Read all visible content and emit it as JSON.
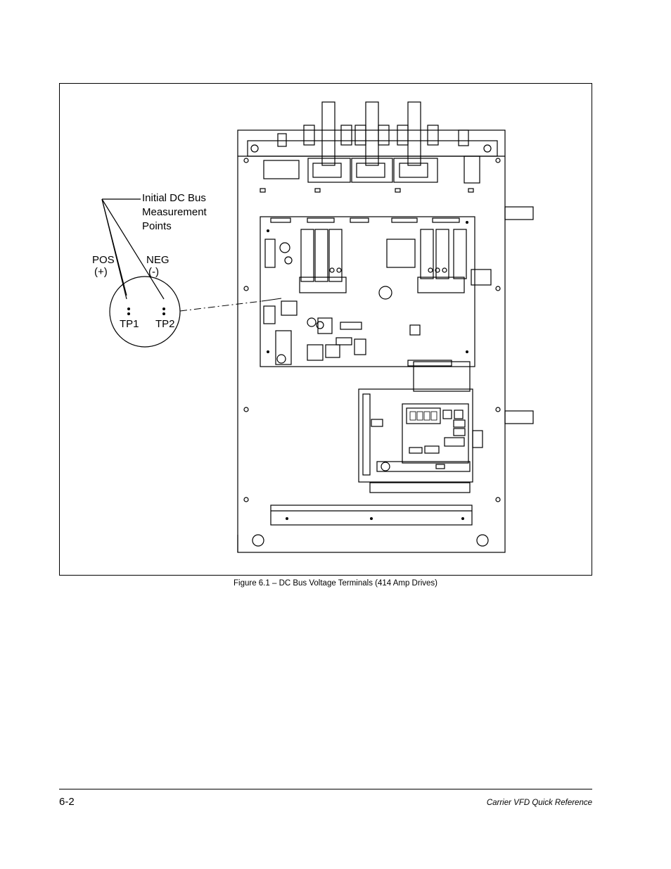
{
  "figure": {
    "callout_title_line1": "Initial DC Bus",
    "callout_title_line2": "Measurement",
    "callout_title_line3": "Points",
    "pos_label": "POS",
    "pos_sign": "(+)",
    "neg_label": "NEG",
    "neg_sign": "(-)",
    "tp1_label": "TP1",
    "tp2_label": "TP2",
    "caption": "Figure 6.1 – DC Bus Voltage Terminals (414 Amp Drives)"
  },
  "footer": {
    "page_number": "6-2",
    "document_title": "Carrier VFD Quick Reference"
  }
}
